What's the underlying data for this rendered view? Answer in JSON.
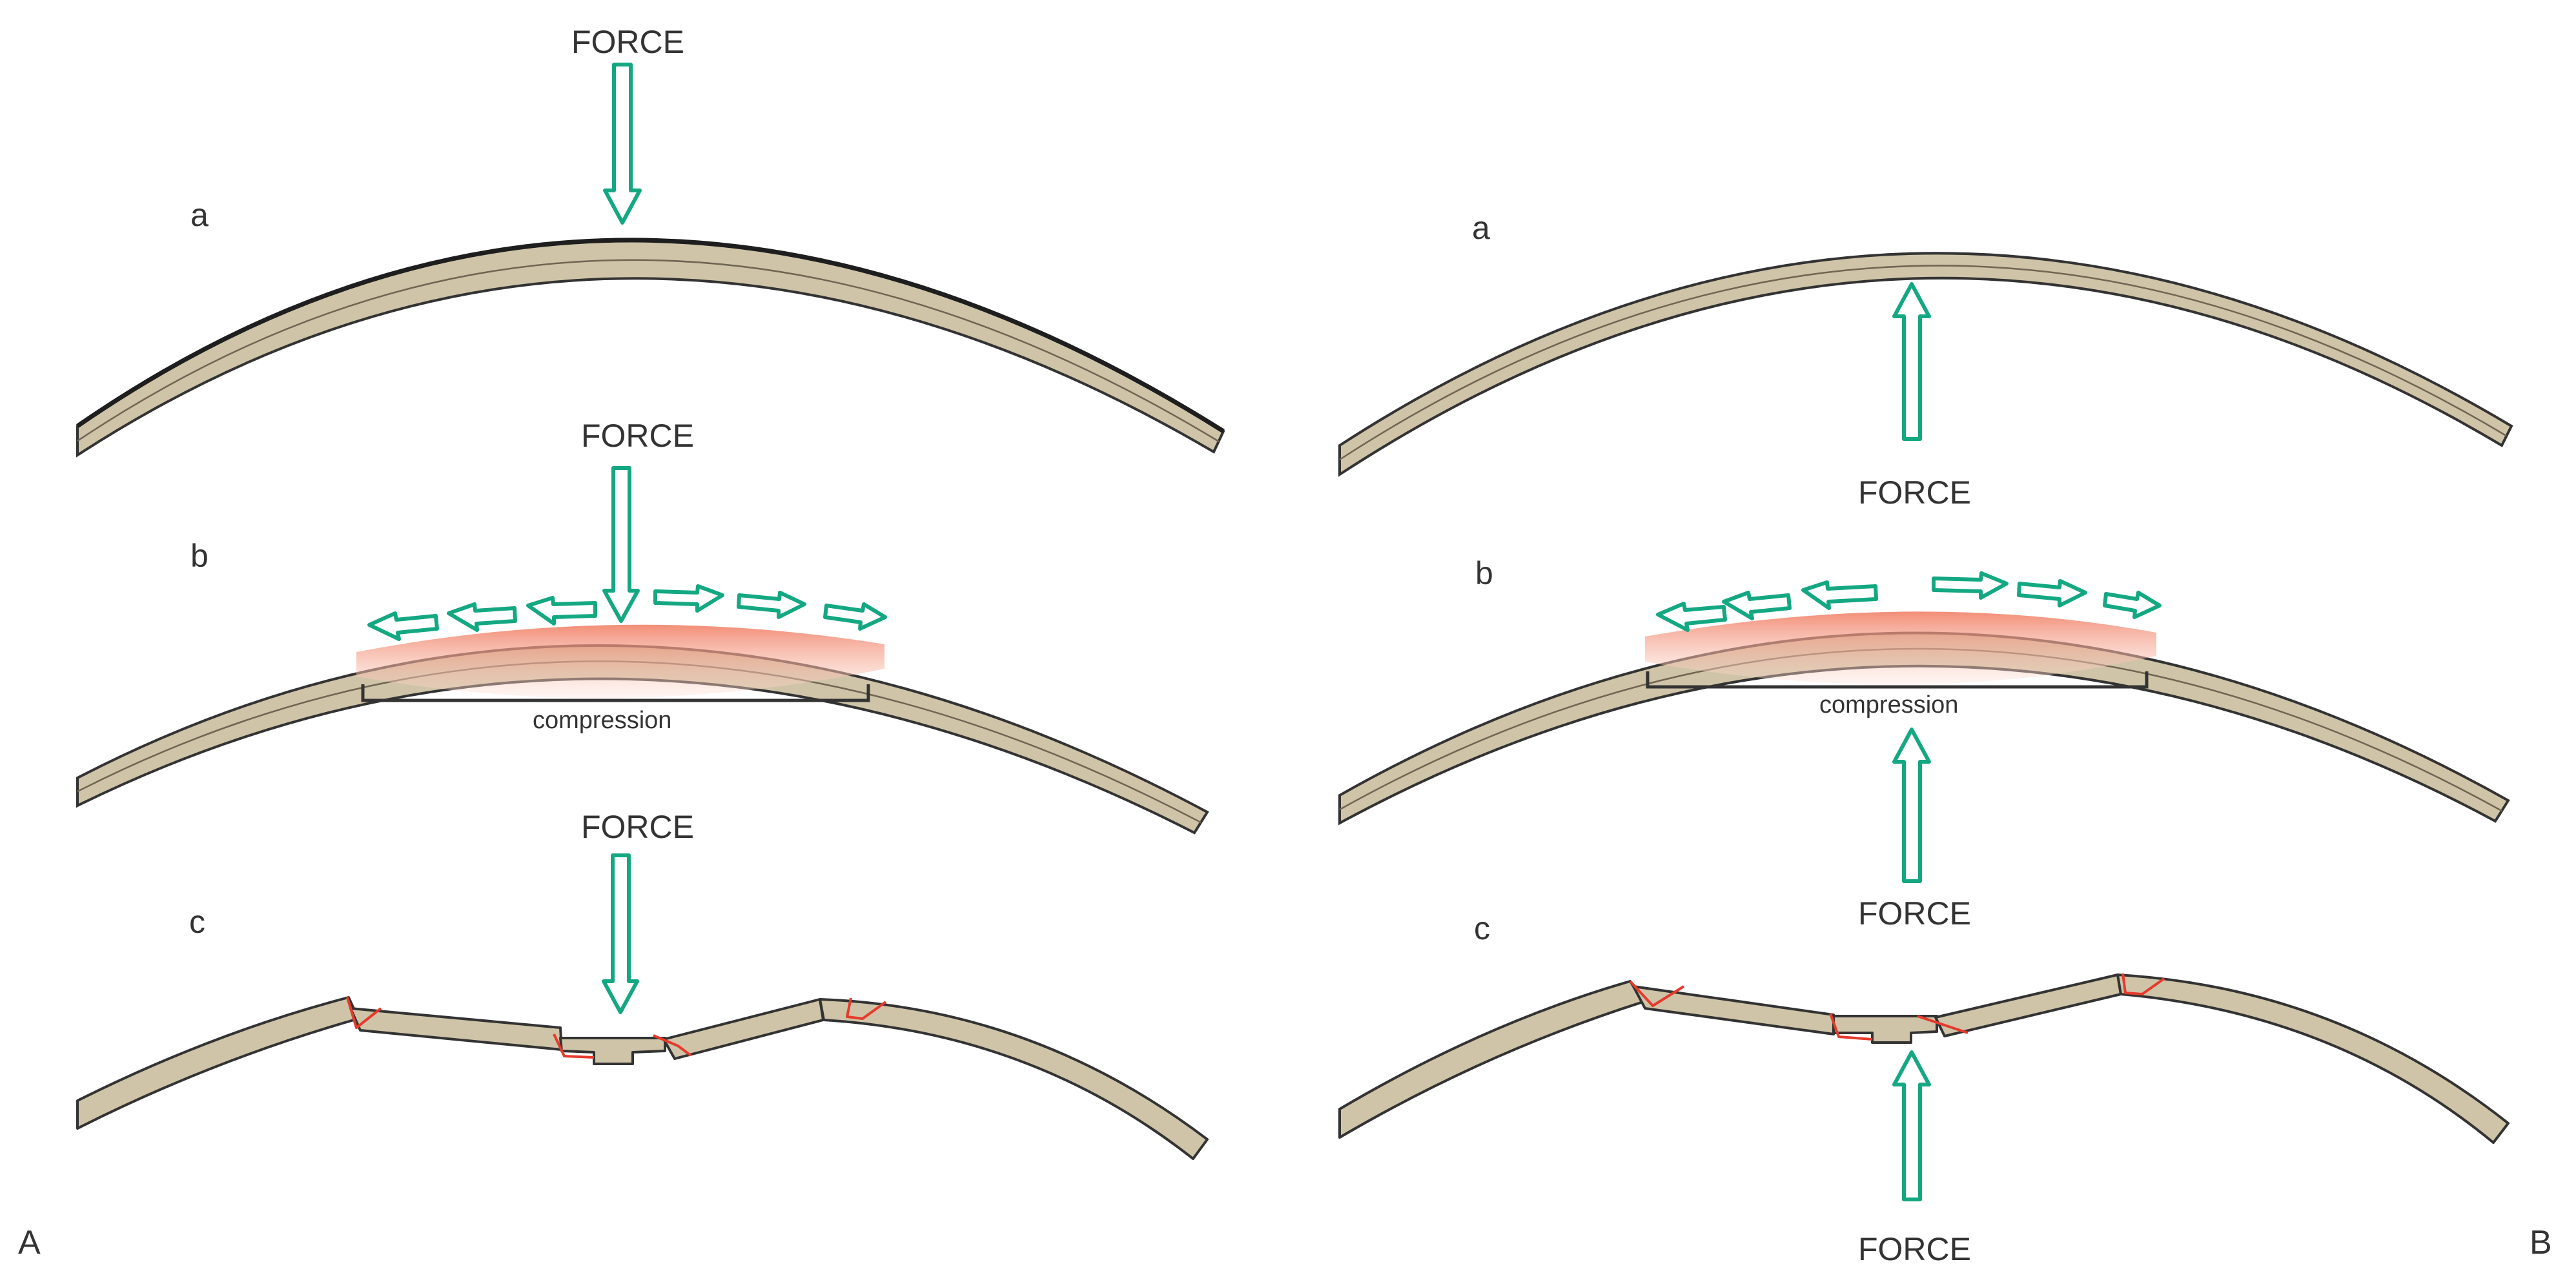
{
  "force_label": "FORCE",
  "compression_label": "compression",
  "panels": [
    {
      "id": "A",
      "label": "A",
      "rows": [
        "a",
        "b",
        "c"
      ]
    },
    {
      "id": "B",
      "label": "B",
      "rows": [
        "a",
        "b",
        "c"
      ]
    }
  ],
  "colors": {
    "bone_fill": "#cfc4a8",
    "bone_outline": "#333333",
    "force_arrow": "#14a882",
    "compression_zone": "#f3866c",
    "fracture_line": "#e53a2c"
  }
}
